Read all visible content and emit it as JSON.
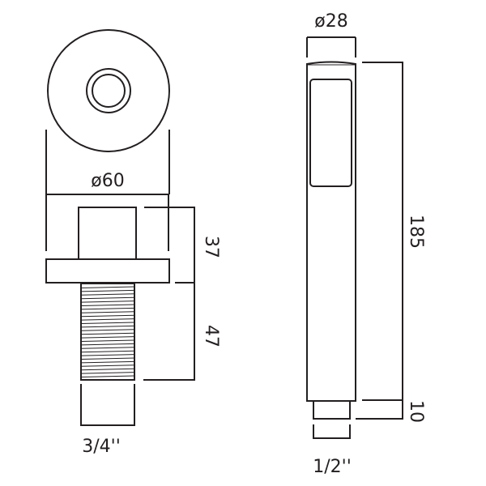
{
  "labels": {
    "outlet_diameter": "ø60",
    "outlet_height": "37",
    "thread_length": "47",
    "outlet_thread": "3/4''",
    "handset_diameter": "ø28",
    "handset_length": "185",
    "connector_length": "10",
    "handset_thread": "1/2''"
  },
  "colors": {
    "line": "#231f20",
    "background": "#ffffff"
  }
}
